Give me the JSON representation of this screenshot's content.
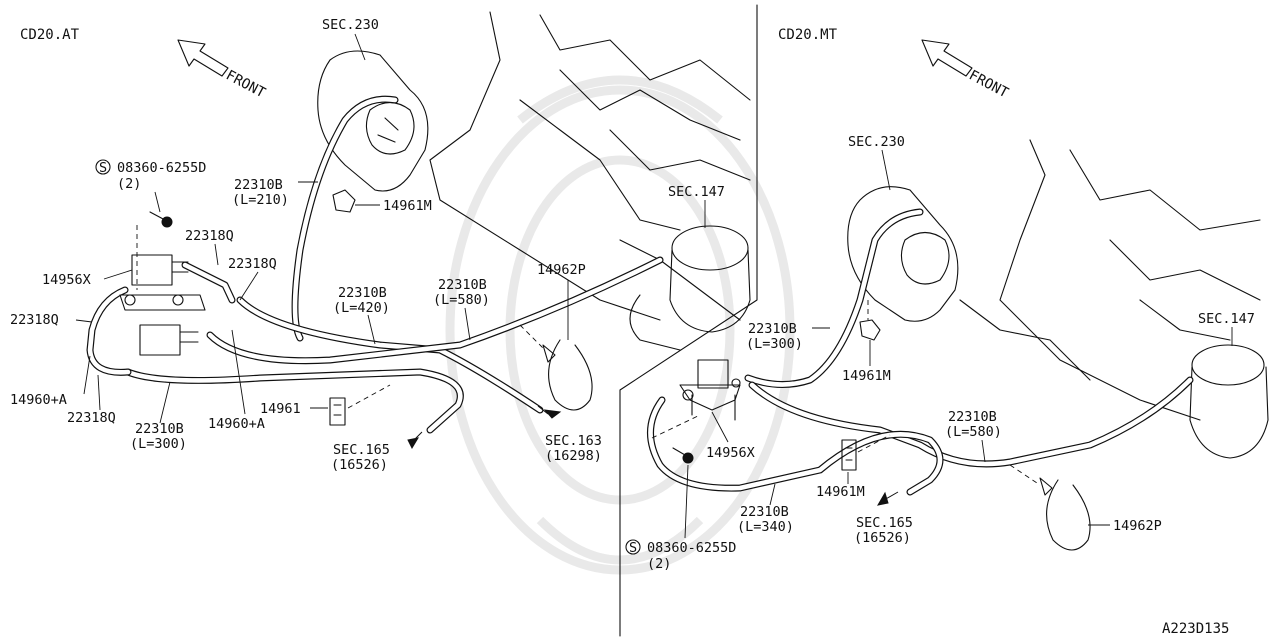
{
  "left_panel": {
    "variant": "CD20.AT",
    "front_label": "FRONT",
    "labels": {
      "sec230": "SEC.230",
      "sec147": "SEC.147",
      "bolt_part": "08360-6255D",
      "bolt_qty": "(2)",
      "bolt_symbol": "S",
      "hose_210_part": "22310B",
      "hose_210_len": "(L=210)",
      "clip_14961m": "14961M",
      "hose_q_top": "22318Q",
      "hose_q_mid": "22318Q",
      "hose_q_left": "22318Q",
      "hose_q_bottom": "22318Q",
      "valve_14956x": "14956X",
      "hose_420_part": "22310B",
      "hose_420_len": "(L=420)",
      "hose_580_part": "22310B",
      "hose_580_len": "(L=580)",
      "clamp_14962p": "14962P",
      "connector_a_left": "14960+A",
      "connector_a_right": "14960+A",
      "hose_300_part": "22310B",
      "hose_300_len": "(L=300)",
      "clip_14961": "14961",
      "sec165": "SEC.165",
      "sec165_sub": "(16526)",
      "sec163": "SEC.163",
      "sec163_sub": "(16298)"
    }
  },
  "right_panel": {
    "variant": "CD20.MT",
    "front_label": "FRONT",
    "labels": {
      "sec230": "SEC.230",
      "sec147": "SEC.147",
      "hose_300_part": "22310B",
      "hose_300_len": "(L=300)",
      "clip_14961m_top": "14961M",
      "valve_14956x": "14956X",
      "hose_580_part": "22310B",
      "hose_580_len": "(L=580)",
      "clip_14961m_bottom": "14961M",
      "hose_340_part": "22310B",
      "hose_340_len": "(L=340)",
      "sec165": "SEC.165",
      "sec165_sub": "(16526)",
      "clamp_14962p": "14962P",
      "bolt_part": "08360-6255D",
      "bolt_qty": "(2)",
      "bolt_symbol": "S"
    }
  },
  "diagram_code": "A223D135"
}
